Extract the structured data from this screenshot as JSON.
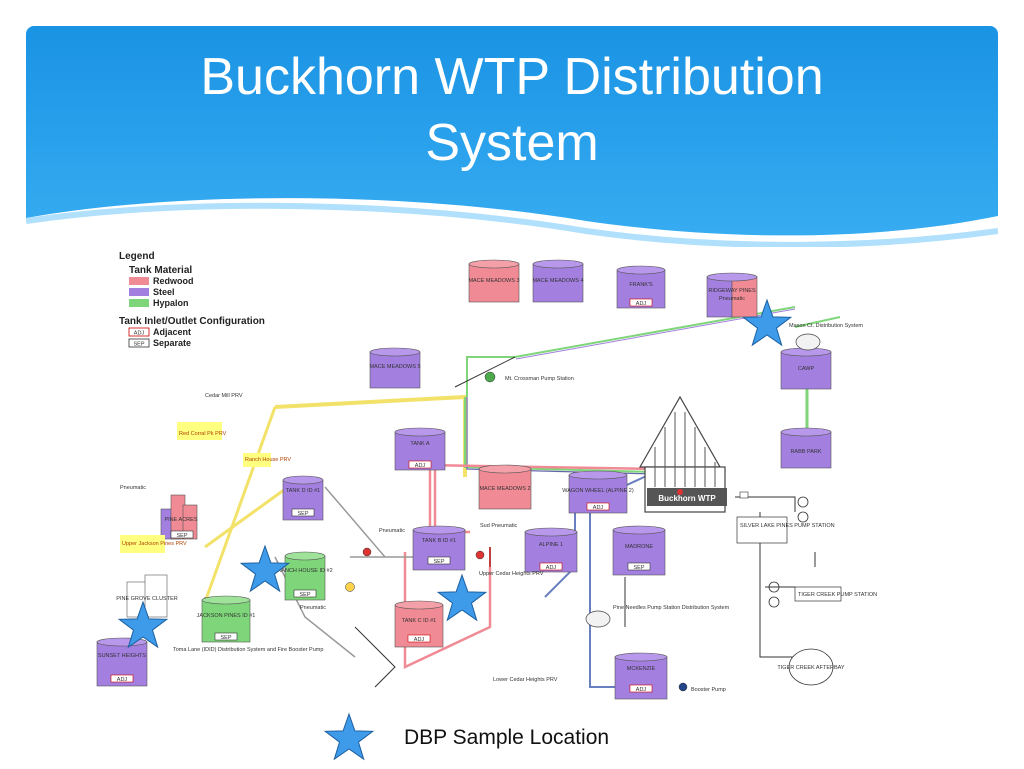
{
  "slide": {
    "title_line1": "Buckhorn WTP Distribution",
    "title_line2": "System",
    "caption": "DBP Sample Location",
    "colors": {
      "banner_top": "#1a93e4",
      "banner_bottom": "#3fb3f5",
      "redwood": "#f08a94",
      "steel": "#a37fe0",
      "hypalon": "#7fd67a",
      "star": "#3d9be9"
    }
  },
  "legend": {
    "title": "Legend",
    "material_title": "Tank Material",
    "materials": [
      "Redwood",
      "Steel",
      "Hypalon"
    ],
    "config_title": "Tank Inlet/Outlet Configuration",
    "configs": [
      {
        "tag": "ADJ",
        "label": "Adjacent"
      },
      {
        "tag": "SEP",
        "label": "Separate"
      }
    ]
  },
  "tanks": {
    "mace3": "MACE MEADOWS 3",
    "mace4": "MACE MEADOWS 4",
    "franks": "FRANK'S",
    "ridgeway": "RIDGEWAY PINES",
    "ridgeway_sub": "Pneumatic",
    "mace5": "MACE MEADOWS 5",
    "cawp": "CAWP",
    "rabb": "RABB PARK",
    "tanka": "TANK A",
    "mace2": "MACE MEADOWS 2",
    "wagon": "WAGON WHEEL (ALPINE 2)",
    "tankd": "TANK D ID #1",
    "pine_acres": "PINE ACRES",
    "tankb": "TANK B ID #1",
    "alpine1": "ALPINE 1",
    "madrone": "MADRONE",
    "ranch": "RANCH HOUSE ID #2",
    "pine_grove": "PINE GROVE CLUSTER",
    "jackson": "JACKSON PINES ID #1",
    "tankc": "TANK C ID #1",
    "sunset": "SUNSET HEIGHTS",
    "mckenzie": "MCKENZIE"
  },
  "labels": {
    "buckhorn": "Buckhorn WTP",
    "mason": "Mason Ct. Distribution System",
    "mt_crossman": "Mt. Crossman Pump Station",
    "cedar_mill": "Cedar Mill PRV",
    "red_corral": "Red Corral Pk PRV",
    "pneumatic1": "Pneumatic",
    "ranch_house_prv": "Ranch House PRV",
    "upper_jackson": "Upper Jackson Pines PRV",
    "pneumatic2": "Pneumatic",
    "pneumatic3": "Pneumatic",
    "sud_pneumatic": "Sud Pneumatic",
    "upper_cedar": "Upper Cedar Heights PRV",
    "silver_lake": "SILVER LAKE PINES PUMP STATION",
    "tiger_creek_ps": "TIGER CREEK PUMP STATION",
    "tiger_afterbay": "TIGER CREEK AFTERBAY",
    "pine_needles": "Pine Needles Pump Station Distribution System",
    "toma_lane": "Toma Lane (IDID) Distribution System and Fire Booster Pump",
    "lower_cedar": "Lower Cedar Heights PRV",
    "booster": "Booster Pump",
    "adj": "ADJ",
    "sep": "SEP"
  }
}
